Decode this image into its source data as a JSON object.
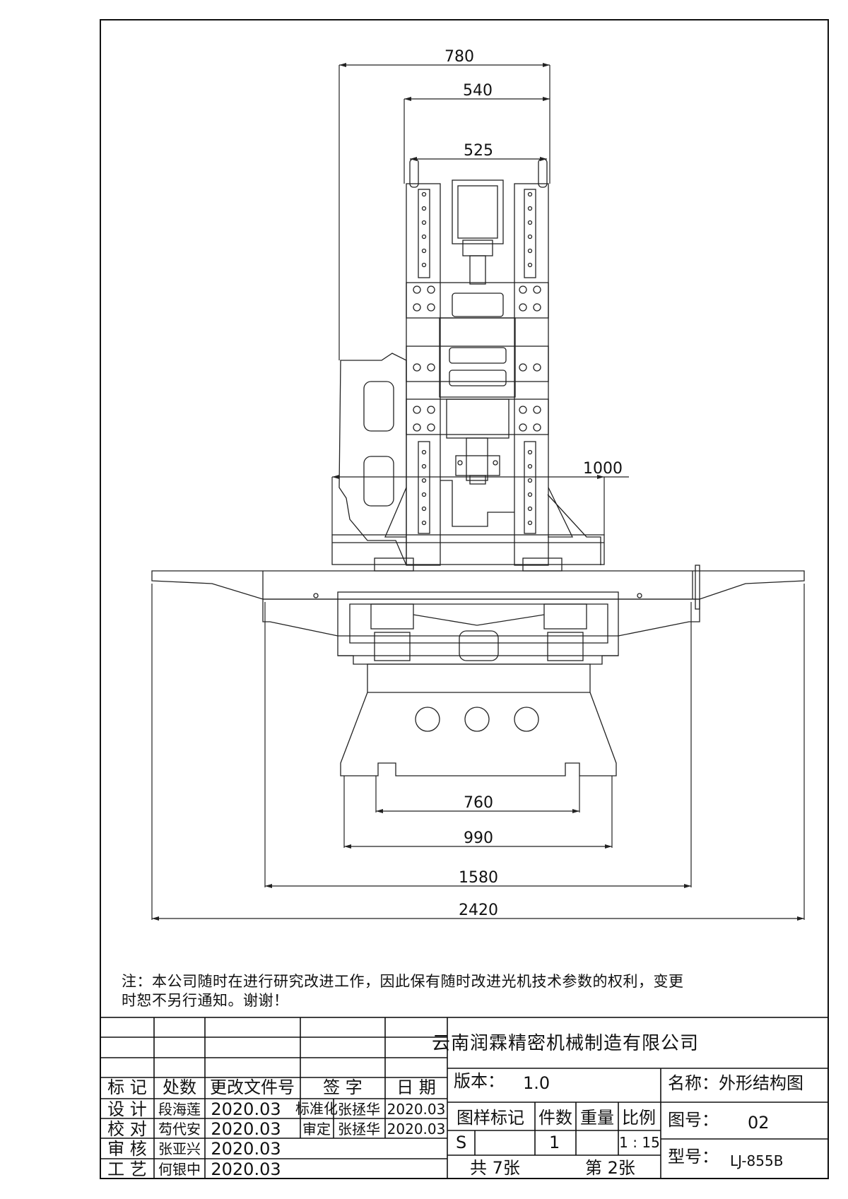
{
  "dimensions": {
    "d780": "780",
    "d540": "540",
    "d525": "525",
    "d1000": "1000",
    "d760": "760",
    "d990": "990",
    "d1580": "1580",
    "d2420": "2420"
  },
  "note": {
    "line1": "注：本公司随时在进行研究改进工作，因此保有随时改进光机技术参数的权利，变更",
    "line2": "时恕不另行通知。谢谢！"
  },
  "title_block": {
    "company": "云南润霖精密机械制造有限公司",
    "headers": {
      "mark": "标 记",
      "location": "处数",
      "change_doc": "更改文件号",
      "signature": "签 字",
      "date": "日 期"
    },
    "rows": [
      {
        "role": "设 计",
        "name": "段海莲",
        "date": "2020.03",
        "role2": "标准化",
        "name2": "张拯华",
        "date2": "2020.03"
      },
      {
        "role": "校 对",
        "name": "芶代安",
        "date": "2020.03",
        "role2": "审定",
        "name2": "张拯华",
        "date2": "2020.03"
      },
      {
        "role": "审 核",
        "name": "张亚兴",
        "date": "2020.03"
      },
      {
        "role": "工 艺",
        "name": "何银中",
        "date": "2020.03"
      }
    ],
    "version_label": "版本：",
    "version_value": "1.0",
    "name_label": "名称：外形结构图",
    "col_headers": {
      "sample_mark": "图样标记",
      "count": "件数",
      "weight": "重量",
      "scale": "比例"
    },
    "sample_mark_value": "S",
    "count_value": "1",
    "scale_value": "1 : 15",
    "total_sheets": "共 7张",
    "sheet_no": "第 2张",
    "drawing_no_label": "图号：",
    "drawing_no_value": "02",
    "model_label": "型号：",
    "model_value": "LJ-855B"
  }
}
